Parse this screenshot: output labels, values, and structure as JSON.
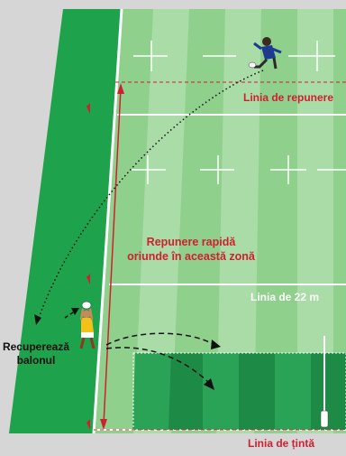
{
  "labels": {
    "reset_line": "Linia de repunere",
    "quick_restart_line1": "Repunere rapidă",
    "quick_restart_line2": "oriunde în această zonă",
    "line_22m": "Linia de 22 m",
    "try_line": "Linia de țintă",
    "recover_line1": "Recuperează",
    "recover_line2": "balonul"
  },
  "colors": {
    "background": "#d6d6d6",
    "sideline_green": "#1ea24b",
    "field_light": "#8fd08d",
    "field_stripe": "#a9dca6",
    "ingoal_dark": "#1d8b45",
    "ingoal_mid": "#2aa356",
    "accent_red": "#cf2030",
    "kicker_kit": "#1d3c8f",
    "catcher_kit": "#f2c21b"
  },
  "icons": {
    "kicker": "kicking-player-icon",
    "catcher": "catching-player-icon",
    "flag": "corner-flag-icon",
    "posts": "goal-posts-icon"
  }
}
